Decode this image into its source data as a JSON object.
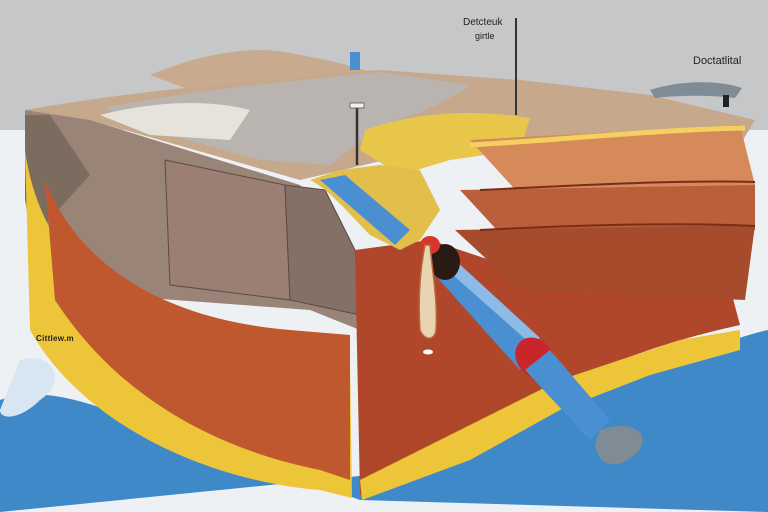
{
  "labels": {
    "top_label_1": "Detcteuk",
    "top_label_2": "girtle",
    "right_label": "Doctatlital",
    "left_label": "Cittlew.m"
  },
  "colors": {
    "sky": "#c6c7c8",
    "water": "#3f89c9",
    "soil_yellow": "#ecc638",
    "soil_red": "#c0582f",
    "pipe": "#4a8fd1",
    "pipe_ring": "#c8262a"
  }
}
